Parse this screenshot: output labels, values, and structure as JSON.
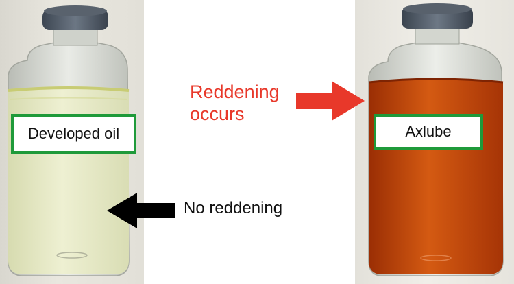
{
  "labels": {
    "developed_oil": "Developed oil",
    "axlube": "Axlube"
  },
  "annotations": {
    "reddening_line1": "Reddening",
    "reddening_line2": "occurs",
    "no_reddening": "No reddening"
  },
  "colors": {
    "label_border": "#1f9a3a",
    "reddening_text": "#e8382a",
    "reddening_arrow": "#e8382a",
    "no_reddening_arrow": "#000000",
    "developed_oil_liquid": "#e8ebc3",
    "axlube_liquid": "#c9480a"
  },
  "icons": {
    "reddening_arrow": "right-arrow-icon",
    "no_reddening_arrow": "left-arrow-icon"
  }
}
